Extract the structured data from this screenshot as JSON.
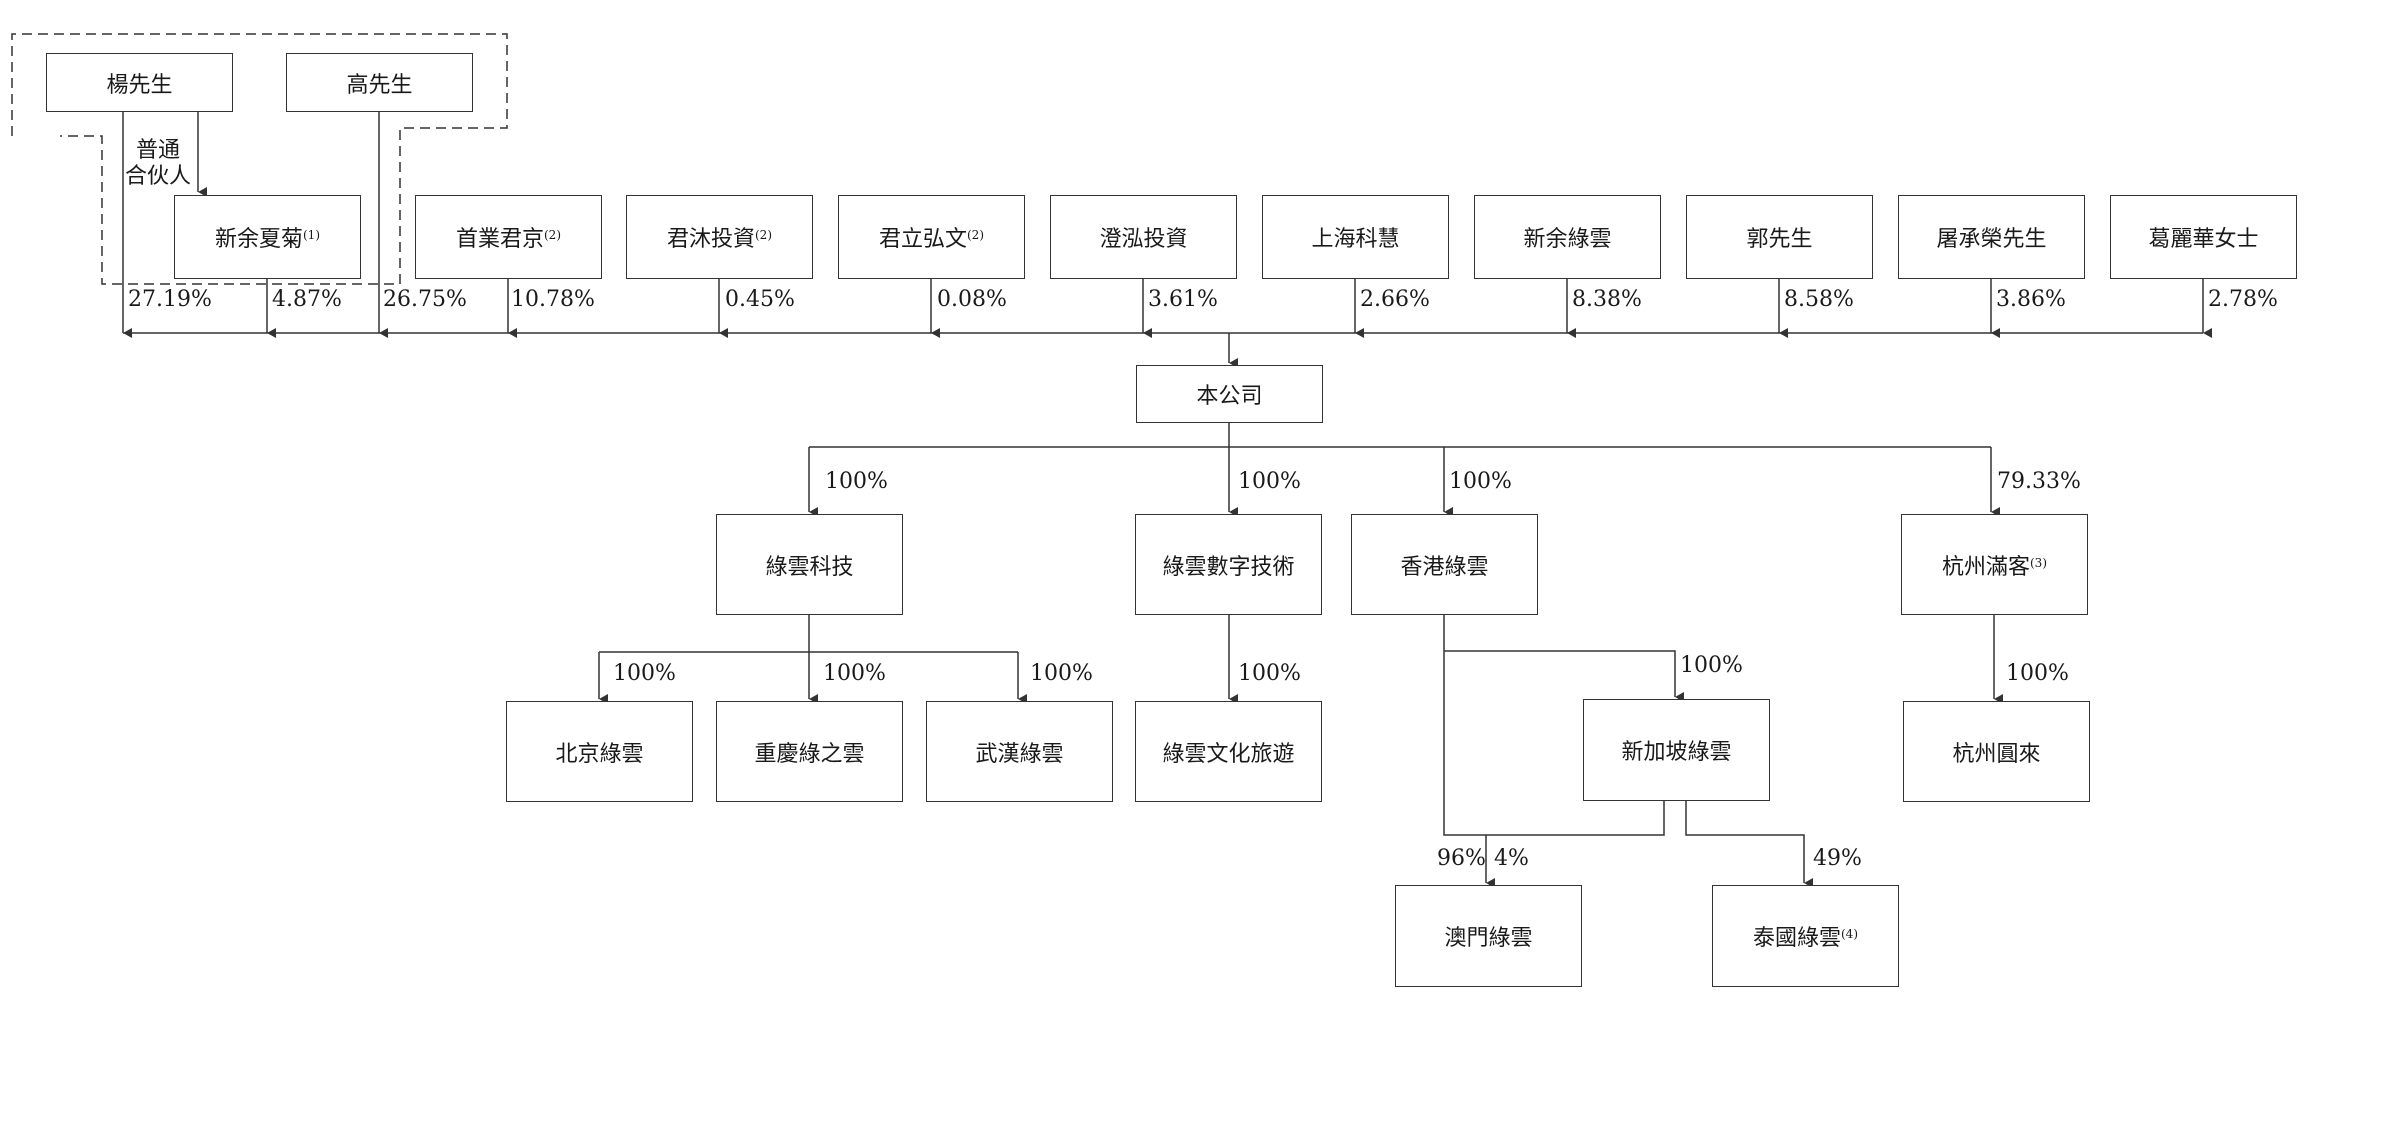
{
  "shareholders": {
    "mr_yang": "楊先生",
    "mr_gao": "高先生",
    "general_partner_label": "普通\n合伙人",
    "xinyu_xiaju": {
      "name": "新余夏菊",
      "note": "(1)"
    },
    "shouye_junjing": {
      "name": "首業君京",
      "note": "(2)"
    },
    "junmu": {
      "name": "君沐投資",
      "note": "(2)"
    },
    "junli_hongwen": {
      "name": "君立弘文",
      "note": "(2)"
    },
    "chenghong": {
      "name": "澄泓投資"
    },
    "shanghai_kehui": {
      "name": "上海科慧"
    },
    "xinyu_lvyun": {
      "name": "新余綠雲"
    },
    "mr_guo": {
      "name": "郭先生"
    },
    "mr_tu": {
      "name": "屠承榮先生"
    },
    "ms_ge": {
      "name": "葛麗華女士"
    }
  },
  "holdings": {
    "mr_yang": "27.19%",
    "xinyu_xiaju": "4.87%",
    "mr_gao": "26.75%",
    "shouye_junjing": "10.78%",
    "junmu": "0.45%",
    "junli_hongwen": "0.08%",
    "chenghong": "3.61%",
    "shanghai_kehui": "2.66%",
    "xinyu_lvyun": "8.38%",
    "mr_guo": "8.58%",
    "mr_tu": "3.86%",
    "ms_ge": "2.78%"
  },
  "company": "本公司",
  "subsidiaries": {
    "lvyun_tech": {
      "name": "綠雲科技",
      "pct": "100%"
    },
    "lvyun_digital": {
      "name": "綠雲數字技術",
      "pct": "100%"
    },
    "hk_lvyun": {
      "name": "香港綠雲",
      "pct": "100%"
    },
    "hz_manke": {
      "name": "杭州滿客",
      "note": "(3)",
      "pct": "79.33%"
    },
    "bj_lvyun": {
      "name": "北京綠雲",
      "pct": "100%"
    },
    "cq_lvzhiyun": {
      "name": "重慶綠之雲",
      "pct": "100%"
    },
    "wh_lvyun": {
      "name": "武漢綠雲",
      "pct": "100%"
    },
    "lvyun_culture": {
      "name": "綠雲文化旅遊",
      "pct": "100%"
    },
    "sg_lvyun": {
      "name": "新加坡綠雲",
      "pct": "100%"
    },
    "hz_yuanlai": {
      "name": "杭州圓來",
      "pct": "100%"
    },
    "macau_lvyun": {
      "name": "澳門綠雲",
      "pct_hk": "96%",
      "pct_sg": "4%"
    },
    "th_lvyun": {
      "name": "泰國綠雲",
      "note": "(4)",
      "pct": "49%"
    }
  },
  "colors": {
    "line": "#333333",
    "text": "#1a1a1a",
    "background": "#ffffff"
  }
}
